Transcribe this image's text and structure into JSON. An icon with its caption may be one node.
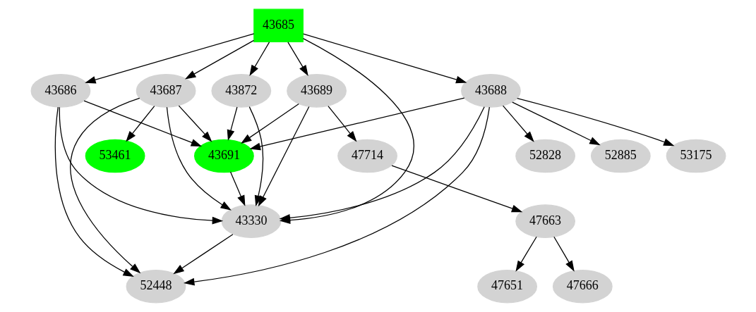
{
  "diagram": {
    "nodes": [
      {
        "text": [
          "43685"
        ]
      },
      {
        "text": [
          "43687"
        ]
      },
      {
        "text": [
          "43872"
        ]
      },
      {
        "text": [
          "43686"
        ]
      },
      {
        "text": [
          "43689"
        ]
      },
      {
        "text": [
          "43688"
        ]
      },
      {
        "text": [
          "53461"
        ]
      },
      {
        "text": [
          "43691"
        ]
      },
      {
        "text": [
          "47714"
        ]
      },
      {
        "text": [
          "52828"
        ]
      },
      {
        "text": [
          "52885"
        ]
      },
      {
        "text": [
          "53175"
        ]
      },
      {
        "text": [
          "43330"
        ]
      },
      {
        "text": [
          "47663"
        ]
      },
      {
        "text": [
          "52448"
        ]
      },
      {
        "text": [
          "47666"
        ]
      },
      {
        "text": [
          "47651"
        ]
      }
    ],
    "edges": [
      {
        "from": 0,
        "to": 1,
        "arrow": "to"
      },
      {
        "from": 0,
        "to": 2,
        "arrow": "to"
      },
      {
        "from": 0,
        "to": 3,
        "arrow": "to"
      },
      {
        "from": 0,
        "to": 4,
        "arrow": "to"
      },
      {
        "from": 0,
        "to": 5,
        "arrow": "to"
      },
      {
        "from": 0,
        "to": 12,
        "arrow": "to"
      },
      {
        "from": 1,
        "to": 6,
        "arrow": "to"
      },
      {
        "from": 1,
        "to": 7,
        "arrow": "to"
      },
      {
        "from": 1,
        "to": 12,
        "arrow": "to"
      },
      {
        "from": 1,
        "to": 14,
        "arrow": "to"
      },
      {
        "from": 2,
        "to": 7,
        "arrow": "to"
      },
      {
        "from": 2,
        "to": 12,
        "arrow": "to"
      },
      {
        "from": 3,
        "to": 7,
        "arrow": "to"
      },
      {
        "from": 3,
        "to": 12,
        "arrow": "to"
      },
      {
        "from": 3,
        "to": 14,
        "arrow": "to"
      },
      {
        "from": 4,
        "to": 7,
        "arrow": "to"
      },
      {
        "from": 4,
        "to": 8,
        "arrow": "to"
      },
      {
        "from": 4,
        "to": 12,
        "arrow": "to"
      },
      {
        "from": 5,
        "to": 7,
        "arrow": "to"
      },
      {
        "from": 5,
        "to": 9,
        "arrow": "to"
      },
      {
        "from": 5,
        "to": 10,
        "arrow": "to"
      },
      {
        "from": 5,
        "to": 11,
        "arrow": "to"
      },
      {
        "from": 5,
        "to": 12,
        "arrow": "to"
      },
      {
        "from": 5,
        "to": 14,
        "arrow": "to"
      },
      {
        "from": 7,
        "to": 12,
        "arrow": "to"
      },
      {
        "from": 8,
        "to": 13,
        "arrow": "to"
      },
      {
        "from": 12,
        "to": 14,
        "arrow": "to"
      },
      {
        "from": 13,
        "to": 15,
        "arrow": "to"
      },
      {
        "from": 13,
        "to": 16,
        "arrow": "to"
      }
    ]
  }
}
